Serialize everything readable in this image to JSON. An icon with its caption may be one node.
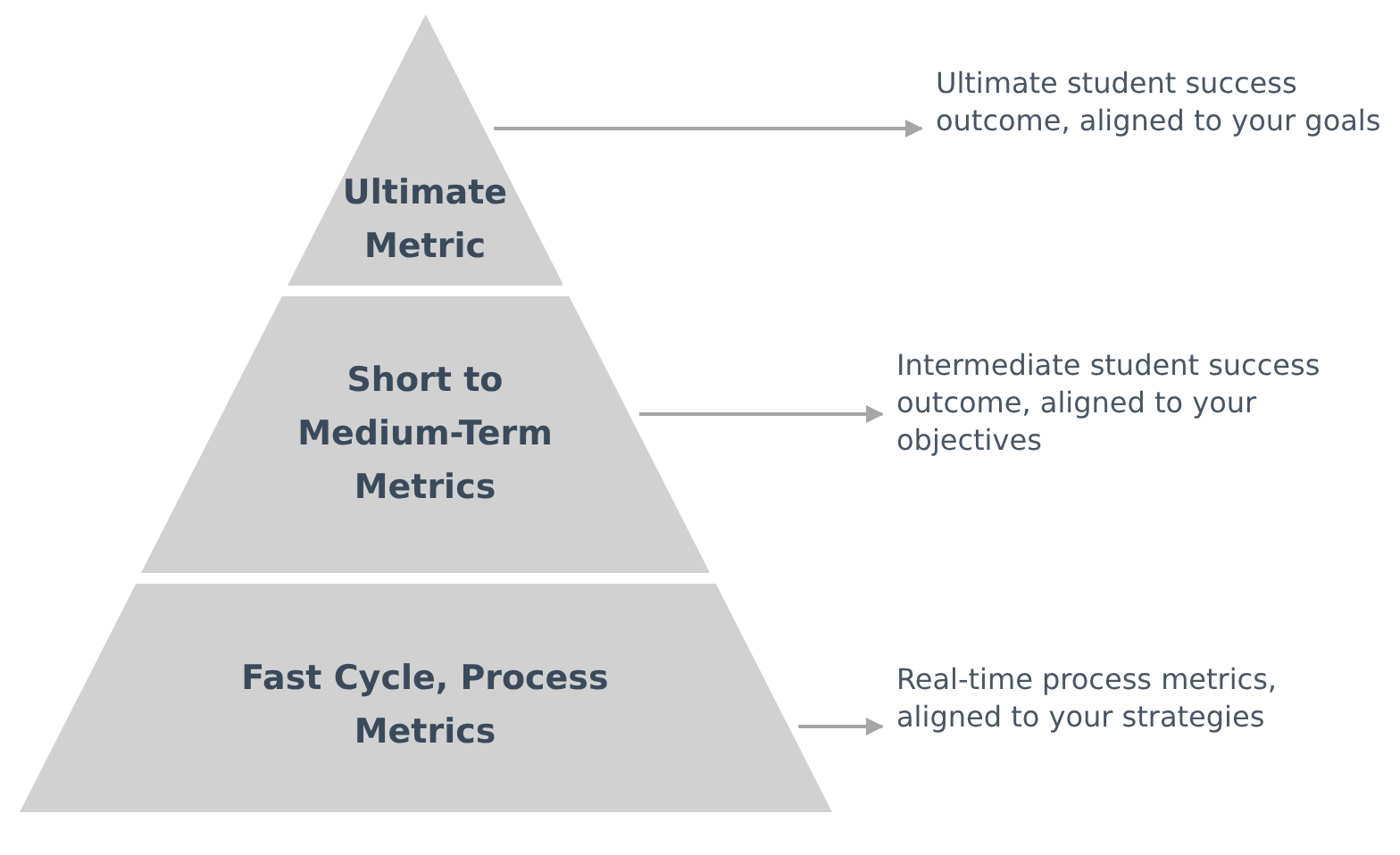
{
  "diagram": {
    "nodes": [
      {
        "text": [
          "Ultimate Metric"
        ]
      },
      {
        "text": [
          "Ultimate student success outcome, aligned to your goals"
        ]
      },
      {
        "text": [
          "Short to Medium-Term Metrics"
        ]
      },
      {
        "text": [
          "Intermediate student success outcome, aligned to your objectives"
        ]
      },
      {
        "text": [
          "Fast Cycle, Process Metrics"
        ]
      },
      {
        "text": [
          "Real-time process metrics, aligned to your strategies"
        ]
      }
    ],
    "edges": [
      {
        "from": 0,
        "to": 1,
        "arrow": "to"
      },
      {
        "from": 2,
        "to": 3,
        "arrow": "to"
      },
      {
        "from": 4,
        "to": 5,
        "arrow": "to"
      }
    ]
  }
}
